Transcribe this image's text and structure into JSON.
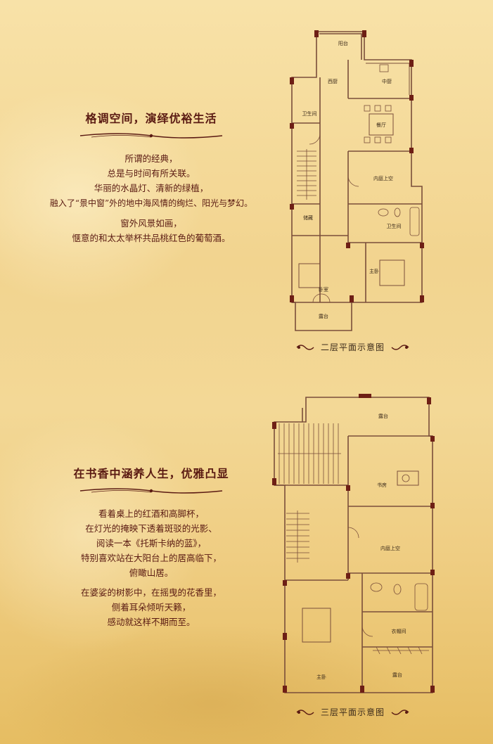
{
  "section1": {
    "title": "格调空间，演绎优裕生活",
    "lines": [
      "所谓的经典，",
      "总是与时间有所关联。",
      "华丽的水晶灯、清新的绿植，",
      "融入了“景中窗”外的地中海风情的绚烂、阳光与梦幻。",
      "窗外风景如画，",
      "惬意的和太太举杯共品桃红色的葡萄酒。"
    ]
  },
  "section2": {
    "title": "在书香中涵养人生，优雅凸显",
    "lines": [
      "看着桌上的红酒和高脚杯，",
      "在灯光的掩映下透着斑驳的光影、",
      "阅读一本《托斯卡纳的蓝》，",
      "特别喜欢站在大阳台上的居高临下，",
      "俯瞰山居。",
      "在婆娑的树影中，在摇曳的花香里，",
      "侧着耳朵倾听天籁，",
      "感动就这样不期而至。"
    ]
  },
  "plan2": {
    "caption": "二层平面示意图",
    "rooms": {
      "balcony": "阳台",
      "western_kitchen": "西厨",
      "chinese_kitchen": "中厨",
      "bathroom1": "卫生间",
      "dining": "餐厅",
      "courtyard_void": "内庭上空",
      "storage": "储藏",
      "bathroom2": "卫生间",
      "master_bedroom": "主卧",
      "bedroom": "卧室",
      "terrace": "露台"
    }
  },
  "plan3": {
    "caption": "三层平面示意图",
    "rooms": {
      "terrace_top": "露台",
      "study": "书房",
      "courtyard_void": "内庭上空",
      "closet": "衣帽间",
      "master_bedroom": "主卧",
      "terrace_bottom": "露台"
    }
  },
  "colors": {
    "text": "#5a1a12",
    "wall": "#7a4e3a",
    "wall_fill": "#6e1f15",
    "background": "#f3d896"
  }
}
